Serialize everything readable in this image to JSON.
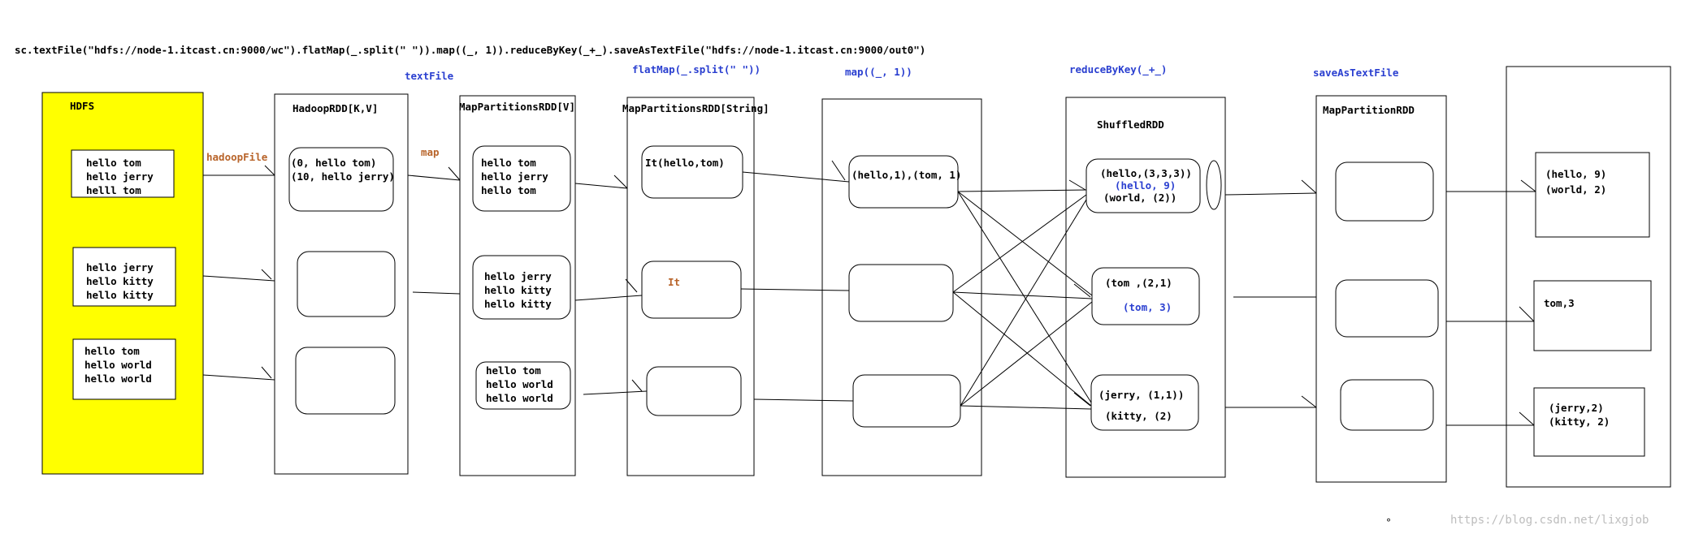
{
  "code_line": "sc.textFile(\"hdfs://node-1.itcast.cn:9000/wc\").flatMap(_.split(\" \")).map((_, 1)).reduceByKey(_+_).saveAsTextFile(\"hdfs://node-1.itcast.cn:9000/out0\")",
  "colors": {
    "hdfs_fill": "#ffff00",
    "op_blue": "#2a3fd0",
    "func_brown": "#b8642a",
    "line": "#000000"
  },
  "operations": {
    "textFile": "textFile",
    "flatMap": "flatMap(_.split(\" \"))",
    "map": "map((_, 1))",
    "reduceByKey": "reduceByKey(_+_)",
    "saveAsTextFile": "saveAsTextFile"
  },
  "functions": {
    "hadoopFile": "hadoopFile",
    "map": "map"
  },
  "stages": {
    "hdfs": {
      "title": "HDFS",
      "blocks": [
        [
          "hello tom",
          "hello jerry",
          "helll tom"
        ],
        [
          "hello jerry",
          "hello kitty",
          "hello kitty"
        ],
        [
          "hello tom",
          "hello world",
          "hello world"
        ]
      ]
    },
    "hadoop_rdd": {
      "title": "HadoopRDD[K,V]",
      "partitions": [
        [
          "(0, hello tom)",
          "(10, hello jerry)"
        ],
        [],
        []
      ]
    },
    "map_partitions_1": {
      "title": "MapPartitionsRDD[V]",
      "partitions": [
        [
          "hello tom",
          "hello jerry",
          "hello tom"
        ],
        [
          "hello jerry",
          "hello kitty",
          "hello kitty"
        ],
        [
          "hello tom",
          "hello world",
          "hello world"
        ]
      ]
    },
    "map_partitions_2": {
      "title": "MapPartitionsRDD[String]",
      "partitions": [
        [
          "It(hello,tom)"
        ],
        [
          "It"
        ],
        []
      ]
    },
    "map_pairs": {
      "partitions": [
        [
          "(hello,1),(tom, 1)"
        ],
        [],
        []
      ]
    },
    "shuffled_rdd": {
      "title": "ShuffledRDD",
      "partitions": [
        [
          "(hello,(3,3,3))",
          "(hello, 9)",
          "(world, (2))"
        ],
        [
          "(tom ,(2,1)",
          "(tom, 3)"
        ],
        [
          "(jerry, (1,1))",
          "(kitty, (2)"
        ]
      ]
    },
    "map_partition_rdd": {
      "title": "MapPartitionRDD"
    },
    "output": {
      "partitions": [
        [
          "(hello, 9)",
          "(world, 2)"
        ],
        [
          "tom,3"
        ],
        [
          "(jerry,2)",
          "(kitty, 2)"
        ]
      ]
    }
  },
  "watermark": "https://blog.csdn.net/lixgjob"
}
